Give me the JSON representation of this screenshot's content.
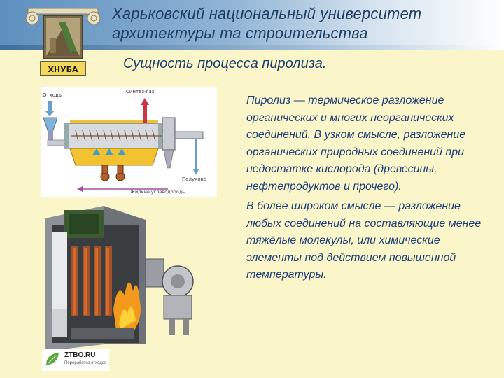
{
  "header": {
    "line1": "Харьковский национальный университет",
    "line2": "архитектуры та строительства",
    "logo_text": "ХНУБА"
  },
  "slide": {
    "title": "Сущность процесса пиролиза."
  },
  "content": {
    "paragraph1": "Пиролиз — термическое разложение органических и многих неорганических соединений. В узком смысле, разложение органических природных соединений при недостатке кислорода (древесины, нефтепродуктов и прочего).",
    "paragraph2": "В более широком смысле — разложение любых соединений на составляющие менее тяжёлые молекулы, или химические элементы под действием повышенной температуры."
  },
  "diagram": {
    "label_input": "Отходы",
    "label_gas": "Синтез-газ",
    "label_output": "Полукокс",
    "label_liquid": "Жидкие углеводороды"
  },
  "watermark": {
    "name": "ZTBO.RU",
    "subtitle": "Переработка отходов"
  },
  "colors": {
    "title_text": "#1e3e6e",
    "body_text": "#1e3e78",
    "background": "#fbf6c9",
    "header_gradient_start": "#5e8fbd"
  }
}
